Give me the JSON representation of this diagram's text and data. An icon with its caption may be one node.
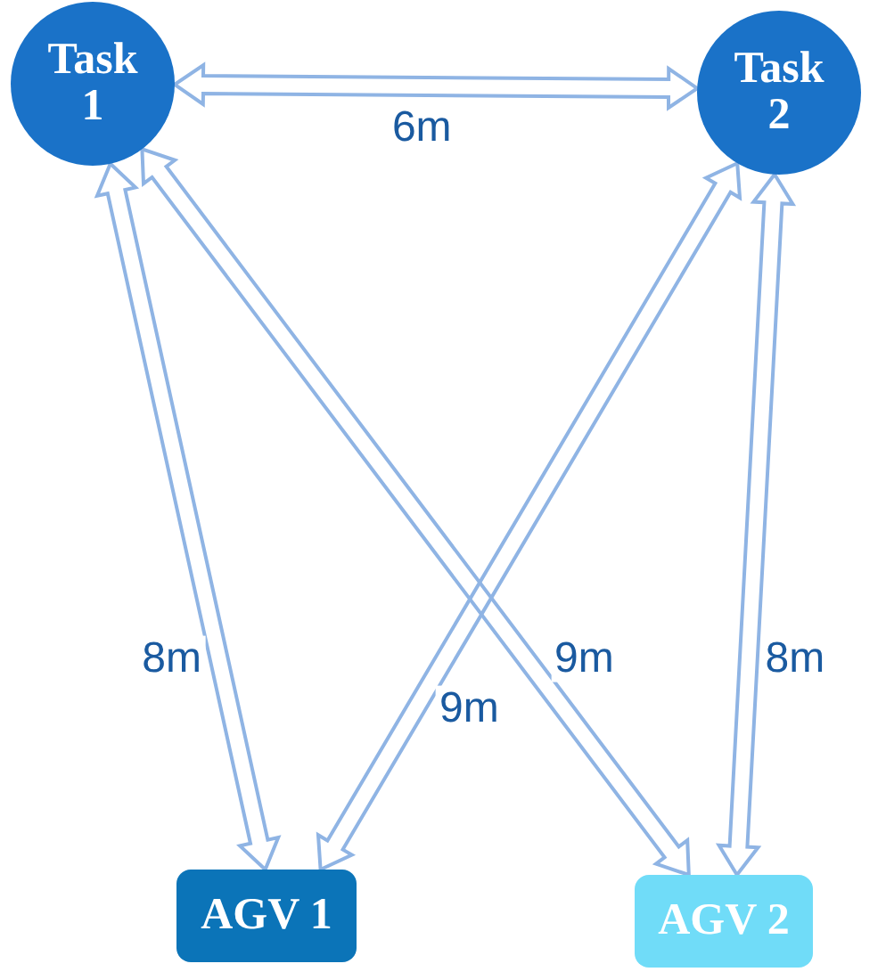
{
  "diagram": {
    "nodes": [
      {
        "text": [
          "Task 1"
        ]
      },
      {
        "text": [
          "Task 2"
        ]
      },
      {
        "text": [
          "AGV 1"
        ]
      },
      {
        "text": [
          "AGV 2"
        ]
      }
    ],
    "edges": [
      {
        "from": 0,
        "to": 1,
        "arrow": "both",
        "label": "6m"
      },
      {
        "from": 0,
        "to": 2,
        "arrow": "both",
        "label": "8m"
      },
      {
        "from": 0,
        "to": 3,
        "arrow": "both",
        "label": "9m"
      },
      {
        "from": 1,
        "to": 2,
        "arrow": "both",
        "label": "9m"
      },
      {
        "from": 1,
        "to": 3,
        "arrow": "both",
        "label": "8m"
      }
    ]
  }
}
